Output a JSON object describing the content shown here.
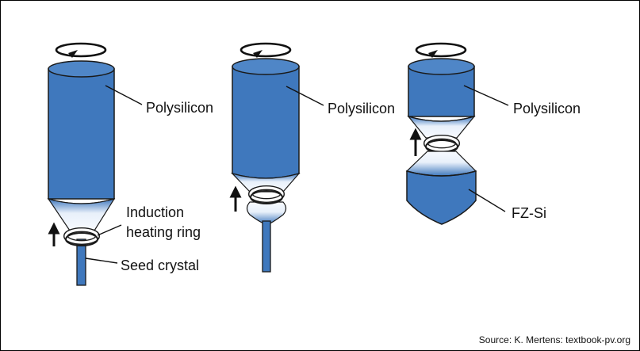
{
  "labels": {
    "polysilicon": "Polysilicon",
    "induction_line1": "Induction",
    "induction_line2": "heating ring",
    "seed_crystal": "Seed crystal",
    "fz_si": "FZ-Si"
  },
  "source": "Source: K. Mertens: textbook-pv.org",
  "colors": {
    "rod_fill": "#3f78bd",
    "rod_top": "#4f86c7",
    "outline": "#1a1a1a",
    "melt_light": "#ffffff",
    "ring": "#ffffff"
  },
  "icons": [
    "rotation-arrow-icon",
    "upward-arrow-icon"
  ]
}
